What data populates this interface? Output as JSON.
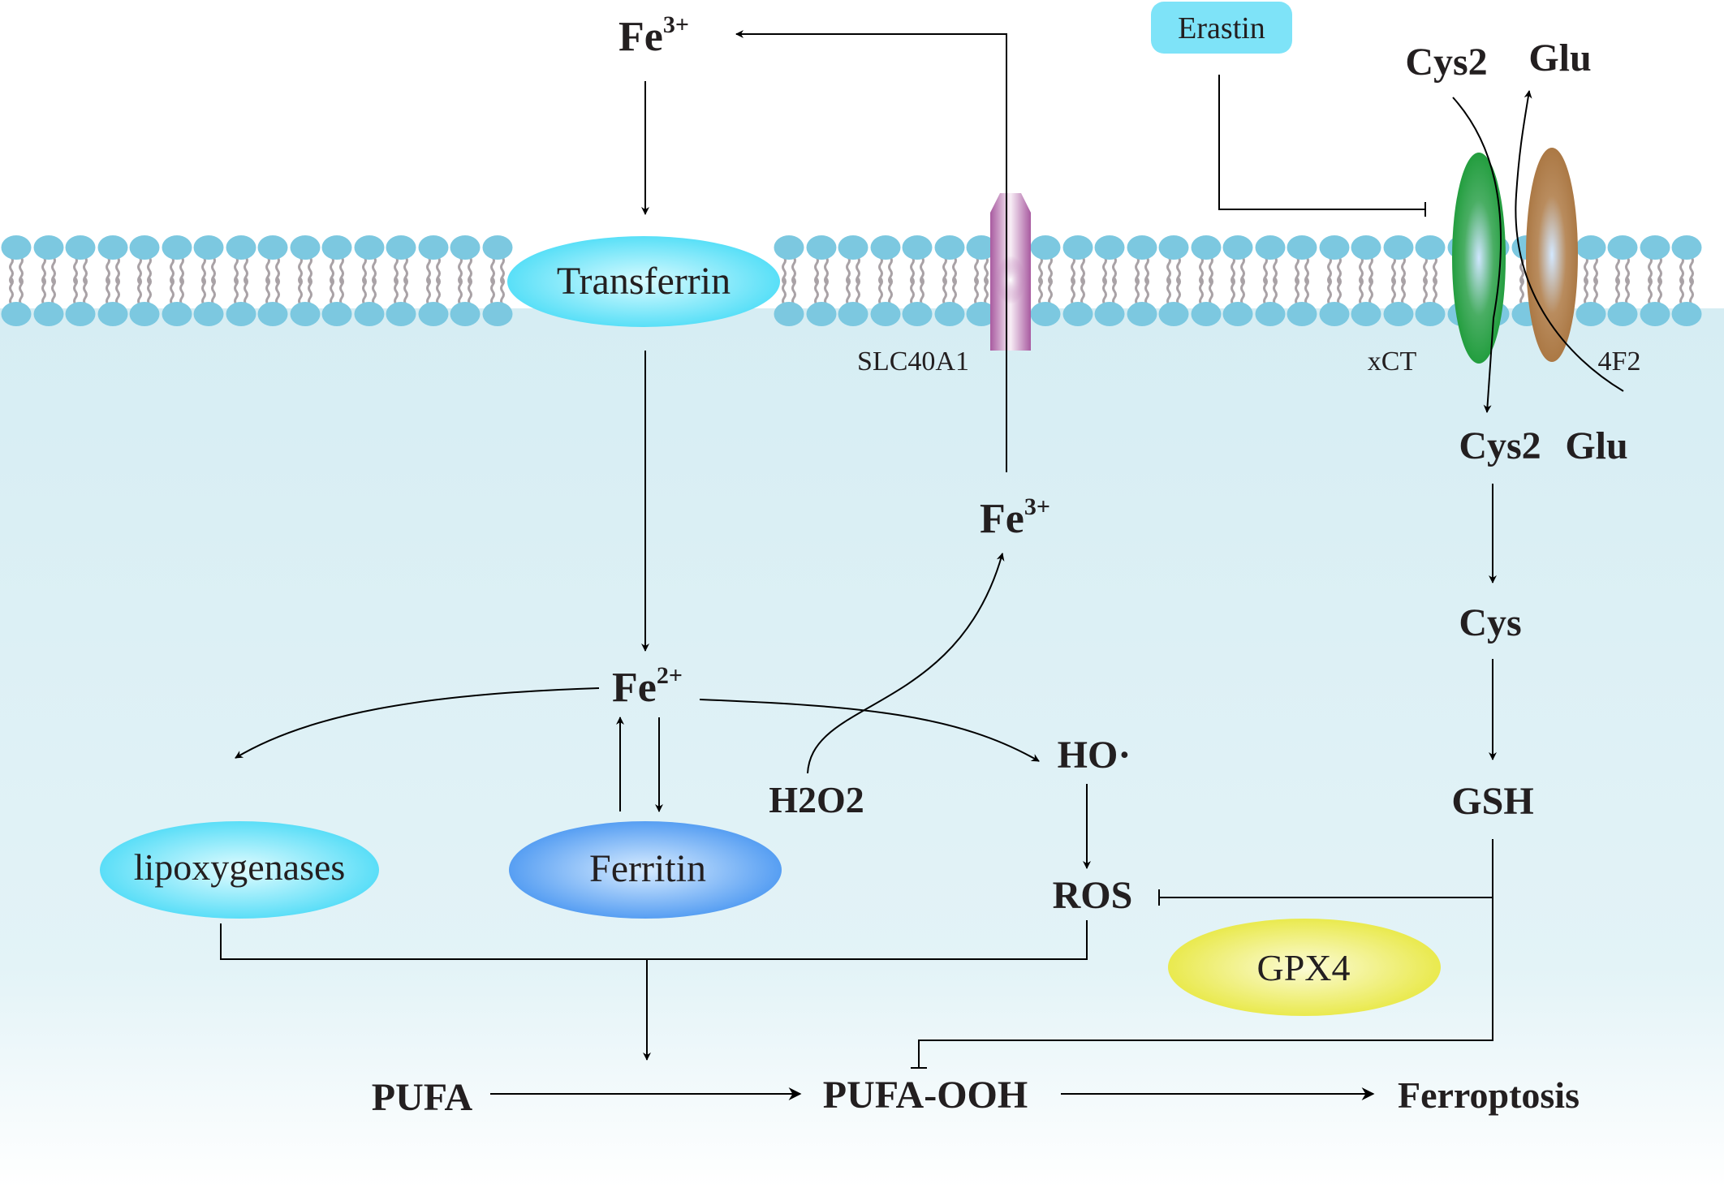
{
  "labels": {
    "fe3_top": "Fe",
    "fe3_top_sup": "3+",
    "fe3_mid": "Fe",
    "fe3_mid_sup": "3+",
    "fe2": "Fe",
    "fe2_sup": "2+",
    "transferrin": "Transferrin",
    "slc40a1": "SLC40A1",
    "erastin": "Erastin",
    "cys2_out": "Cys2",
    "glu_out": "Glu",
    "xct": "xCT",
    "f2": "4F2",
    "cys2_in": "Cys2",
    "glu_in": "Glu",
    "cys": "Cys",
    "gsh": "GSH",
    "gpx4": "GPX4",
    "ho": "HO·",
    "h2o2": "H2O2",
    "ros": "ROS",
    "lipoxygenases": "lipoxygenases",
    "ferritin": "Ferritin",
    "pufa": "PUFA",
    "pufa_ooh": "PUFA-OOH",
    "ferroptosis": "Ferroptosis"
  },
  "colors": {
    "cell_top": "#d6edf3",
    "cell_bottom": "#ffffff",
    "lipid_head": "#7cc8e0",
    "lipid_tail": "#a9a2a6",
    "transferrin": "#40dcf6",
    "erastin_box": "#7ee3f8",
    "slc40a1": "#b066a8",
    "xct": "#1e9e3a",
    "f2": "#ad7a46",
    "ferritin": "#3d8ff0",
    "gpx4": "#e8e838",
    "lipoxygenases": "#40dcf6",
    "line": "#000000"
  }
}
